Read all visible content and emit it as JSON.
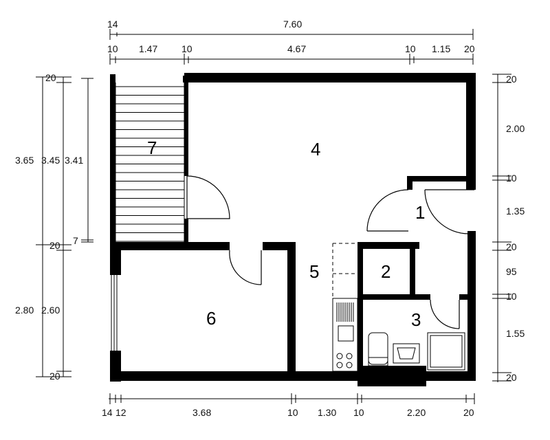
{
  "rooms": {
    "r1": "1",
    "r2": "2",
    "r3": "3",
    "r4": "4",
    "r5": "5",
    "r6": "6",
    "r7": "7"
  },
  "dimensions": {
    "top": {
      "overall_wall": "14",
      "overall": "7.60",
      "seg": [
        "10",
        "1.47",
        "10",
        "4.67",
        "10",
        "1.15",
        "20"
      ]
    },
    "bottom": {
      "seg": [
        "14",
        "12",
        "3.68",
        "10",
        "1.30",
        "10",
        "2.20",
        "20"
      ]
    },
    "left": {
      "totals": [
        "3.65",
        "3.45",
        "3.41"
      ],
      "upper_wall": "20",
      "mid_wall": "20",
      "mid_small": "7",
      "lower_totals": [
        "2.80",
        "2.60"
      ],
      "bottom_wall": "20"
    },
    "right": {
      "seg": [
        "20",
        "2.00",
        "10",
        "1.35",
        "20",
        "95",
        "10",
        "1.55",
        "20"
      ]
    }
  }
}
